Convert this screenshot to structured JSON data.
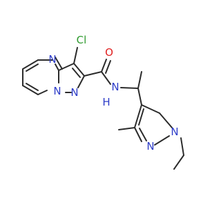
{
  "molecule": {
    "colors": {
      "nitrogen": "#2d3cc8",
      "oxygen": "#e02020",
      "chlorine": "#2e9a2e",
      "bond": "#2b2b2b",
      "background": "#ffffff"
    },
    "atom_labels": {
      "cl": "Cl",
      "o": "O",
      "n_amide": "N",
      "h_amide": "H",
      "n_pyrimidine": "N",
      "n_bridge": "N",
      "n_pyrazole_fused": "N",
      "n_pyrazole_ethyl": "N",
      "n_pyrazole_imine": "N"
    }
  }
}
